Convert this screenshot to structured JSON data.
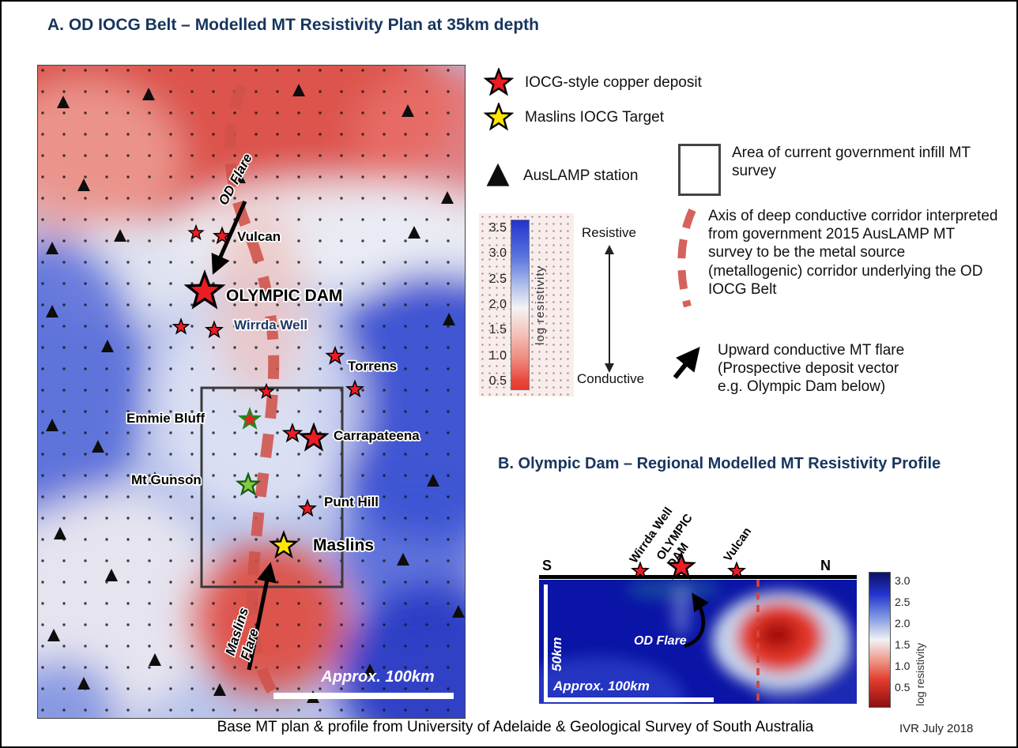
{
  "titles": {
    "panel_a": "A. OD IOCG Belt – Modelled MT Resistivity Plan at 35km depth",
    "panel_b": "B. Olympic Dam – Regional Modelled MT Resistivity Profile"
  },
  "footer": {
    "caption": "Base MT plan & profile from University of Adelaide & Geological Survey of South Australia",
    "credit": "IVR July 2018"
  },
  "map": {
    "deposits": {
      "vulcan": "Vulcan",
      "olympic_dam": "OLYMPIC DAM",
      "wirrda_well": "Wirrda Well",
      "torrens": "Torrens",
      "emmie_bluff": "Emmie Bluff",
      "carrapateena": "Carrapateena",
      "mt_gunson": "Mt Gunson",
      "punt_hill": "Punt Hill",
      "maslins": "Maslins"
    },
    "flare_labels": {
      "od": "OD Flare",
      "maslins_line1": "Maslins",
      "maslins_line2": "Flare"
    },
    "scale_label": "Approx. 100km"
  },
  "legend": {
    "iocg_deposit": "IOCG-style copper deposit",
    "maslins_target": "Maslins IOCG Target",
    "auslamp": "AusLAMP station",
    "infill_area": "Area of current government infill MT survey",
    "corridor": "Axis of deep conductive corridor interpreted from government 2015 AusLAMP MT survey to be the metal source (metallogenic) corridor underlying the OD IOCG Belt",
    "flare": "Upward conductive MT flare\n(Prospective deposit vector\n e.g. Olympic Dam below)"
  },
  "colorbar_a": {
    "ticks": [
      "3.5",
      "3.0",
      "2.5",
      "2.0",
      "1.5",
      "1.0",
      "0.5"
    ],
    "axis_label": "log resistivity",
    "top": "Resistive",
    "bottom": "Conductive"
  },
  "profile": {
    "south": "S",
    "north": "N",
    "stations": {
      "wirrda": "Wirrda Well",
      "od_line1": "OLYMPIC",
      "od_line2": "DAM",
      "vulcan": "Vulcan"
    },
    "od_flare": "OD Flare",
    "scale_vertical": "50km",
    "scale_horizontal": "Approx. 100km",
    "colorbar": {
      "ticks": [
        "3.0",
        "2.5",
        "2.0",
        "1.5",
        "1.0",
        "0.5"
      ],
      "axis_label": "log resistivity"
    }
  },
  "colors": {
    "deposit_star_red": "#ec1c24",
    "maslins_star_yellow": "#ffe600",
    "mt_gunson_star_green": "#8dc63f",
    "corridor_salmon": "#cf524a",
    "title_navy": "#17355e"
  }
}
